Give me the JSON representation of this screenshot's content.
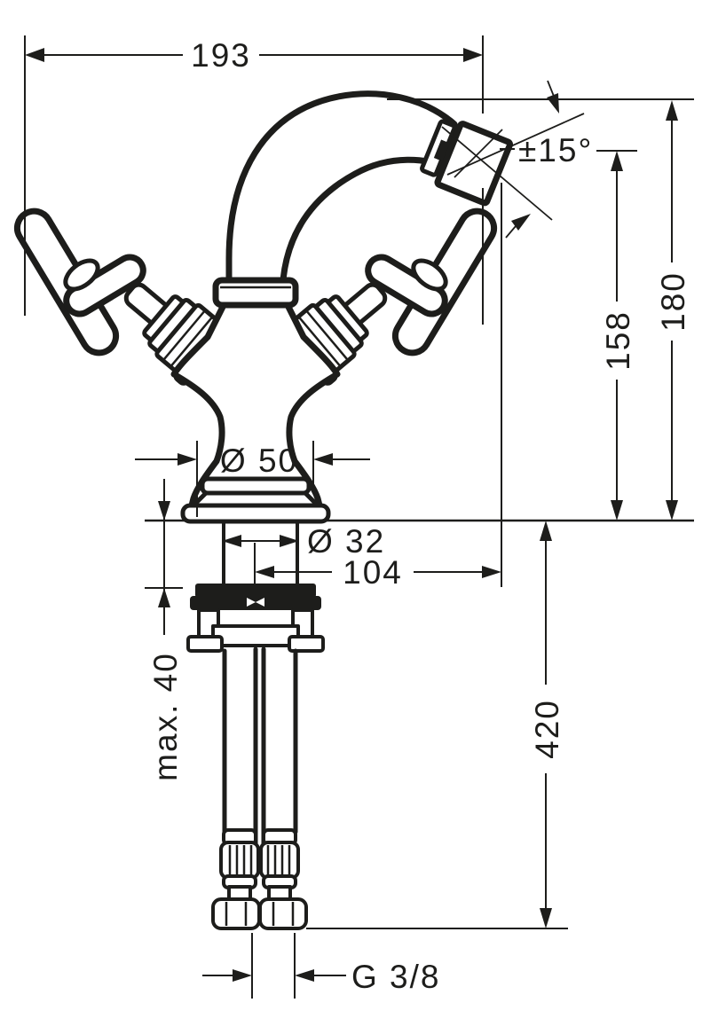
{
  "drawing": {
    "type": "technical-dimension-drawing",
    "subject": "two-handle bidet mixer with cross handles",
    "line_color": "#1d1d1b",
    "background_color": "#ffffff",
    "dimensions": {
      "overall_width": "193",
      "swivel_angle": "±15°",
      "total_height": "180",
      "outlet_height": "158",
      "base_diameter": "Ø 50",
      "shank_diameter": "Ø 32",
      "spout_reach": "104",
      "max_deck_thickness": "max. 40",
      "hose_length": "420",
      "connection_thread": "G 3/8"
    }
  }
}
